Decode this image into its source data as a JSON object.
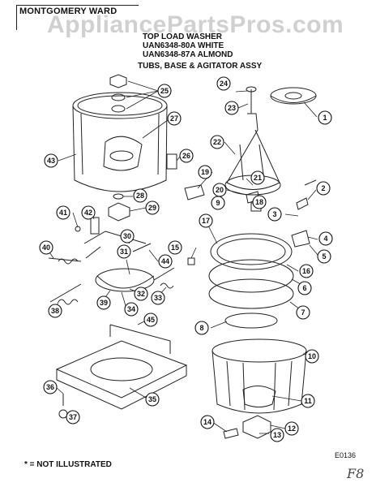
{
  "watermark": "AppliancePartsPros.com",
  "brand_header": "MONTGOMERY WARD",
  "title_lines": {
    "product": "TOP LOAD WASHER",
    "model_1": "UAN6348-80A WHITE",
    "model_2": "UAN6348-87A ALMOND",
    "section": "TUBS, BASE & AGITATOR ASSY"
  },
  "diagram_code": "E0136",
  "note": "* = NOT ILLUSTRATED",
  "handwriting": "F8",
  "callouts": [
    "1",
    "2",
    "3",
    "4",
    "5",
    "6",
    "7",
    "8",
    "9",
    "10",
    "11",
    "12",
    "13",
    "14",
    "15",
    "16",
    "17",
    "18",
    "19",
    "20",
    "21",
    "22",
    "23",
    "24",
    "25",
    "26",
    "27",
    "28",
    "29",
    "30",
    "31",
    "32",
    "33",
    "34",
    "35",
    "36",
    "37",
    "38",
    "39",
    "40",
    "41",
    "42",
    "43",
    "44",
    "45"
  ]
}
